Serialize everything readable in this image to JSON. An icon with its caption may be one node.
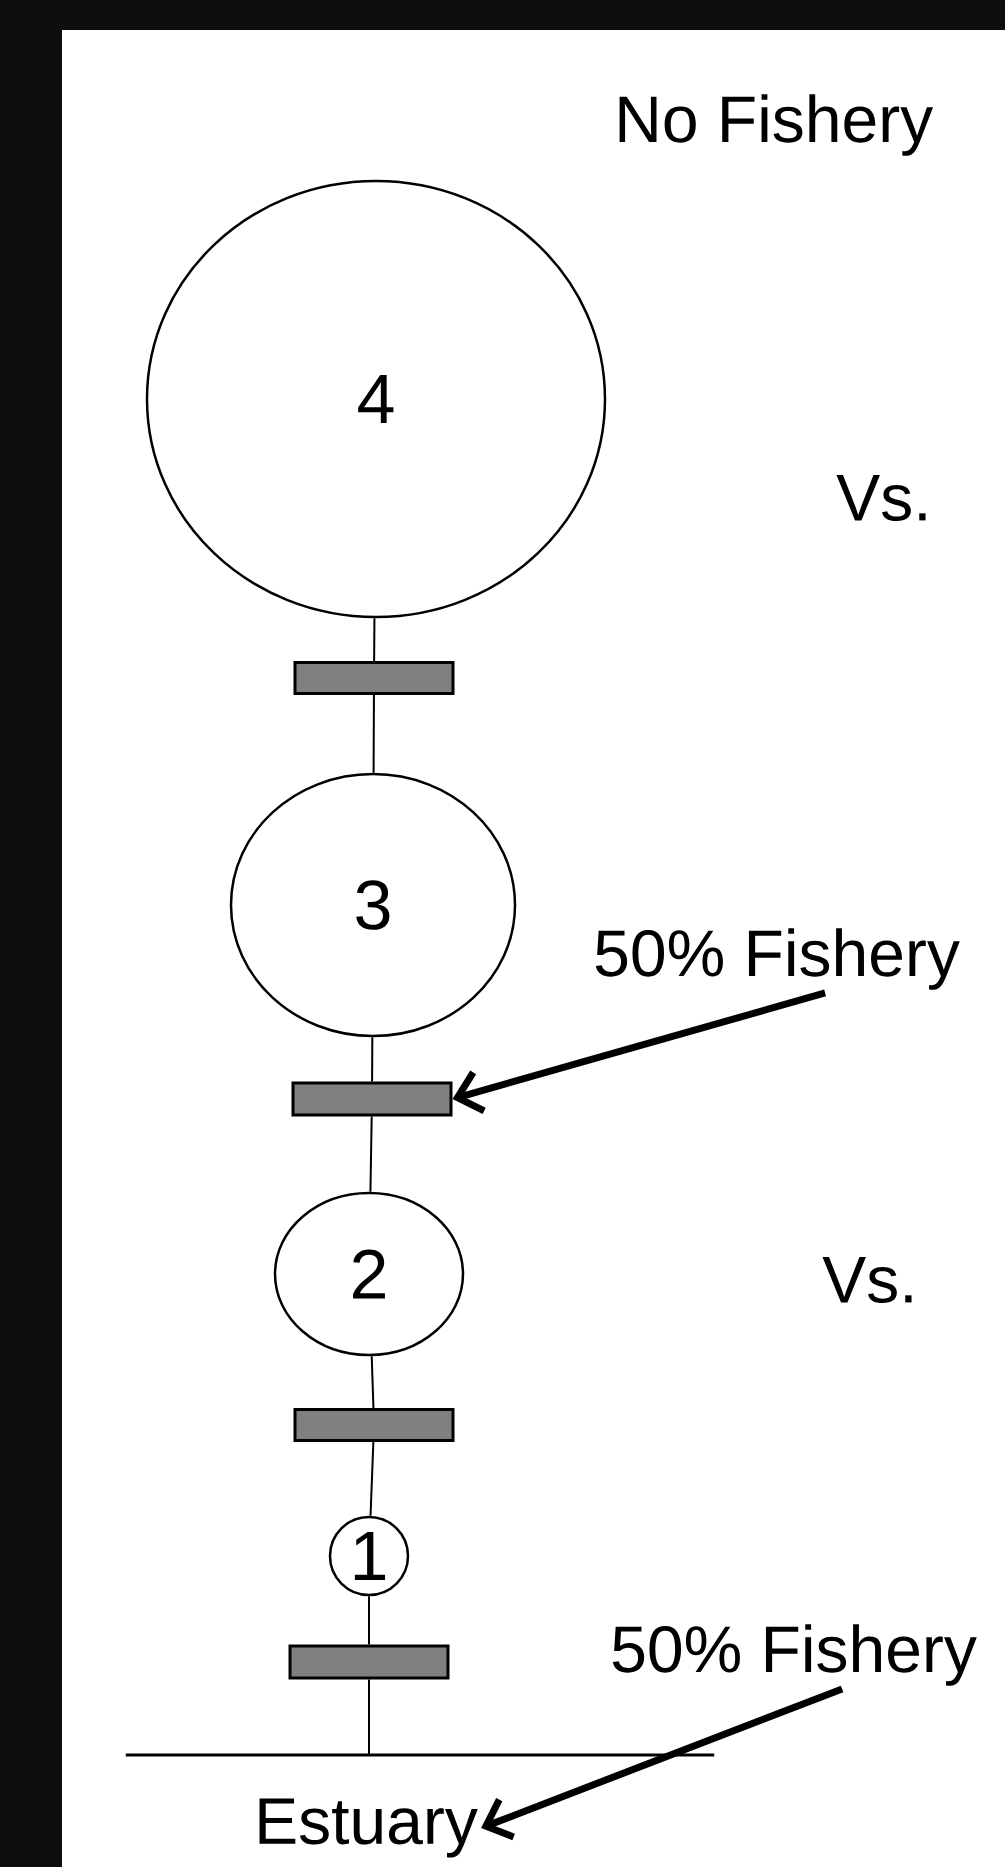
{
  "diagram": {
    "nodes": [
      {
        "text": [
          "4"
        ]
      },
      {
        "text": [],
        "shape": "bar"
      },
      {
        "text": [
          "3"
        ]
      },
      {
        "text": [
          "50% Fishery"
        ]
      },
      {
        "text": [],
        "shape": "bar"
      },
      {
        "text": [
          "2"
        ]
      },
      {
        "text": [],
        "shape": "bar"
      },
      {
        "text": [
          "1"
        ]
      },
      {
        "text": [
          "50% Fishery"
        ]
      },
      {
        "text": [],
        "shape": "bar"
      },
      {
        "text": [],
        "shape": "line"
      },
      {
        "text": [
          "Estuary"
        ]
      }
    ],
    "edges": [
      {
        "from": 0,
        "to": 1,
        "arrow": "none"
      },
      {
        "from": 1,
        "to": 2,
        "arrow": "none"
      },
      {
        "from": 2,
        "to": 4,
        "arrow": "none"
      },
      {
        "from": 4,
        "to": 5,
        "arrow": "none"
      },
      {
        "from": 5,
        "to": 6,
        "arrow": "none"
      },
      {
        "from": 6,
        "to": 7,
        "arrow": "none"
      },
      {
        "from": 7,
        "to": 9,
        "arrow": "none"
      },
      {
        "from": 9,
        "to": 10,
        "arrow": "none"
      },
      {
        "from": 3,
        "to": 4,
        "arrow": "to",
        "style": "thick"
      },
      {
        "from": 8,
        "to": 11,
        "arrow": "to",
        "style": "thick"
      }
    ],
    "labels": [
      "No Fishery",
      "Vs.",
      "Vs."
    ]
  }
}
